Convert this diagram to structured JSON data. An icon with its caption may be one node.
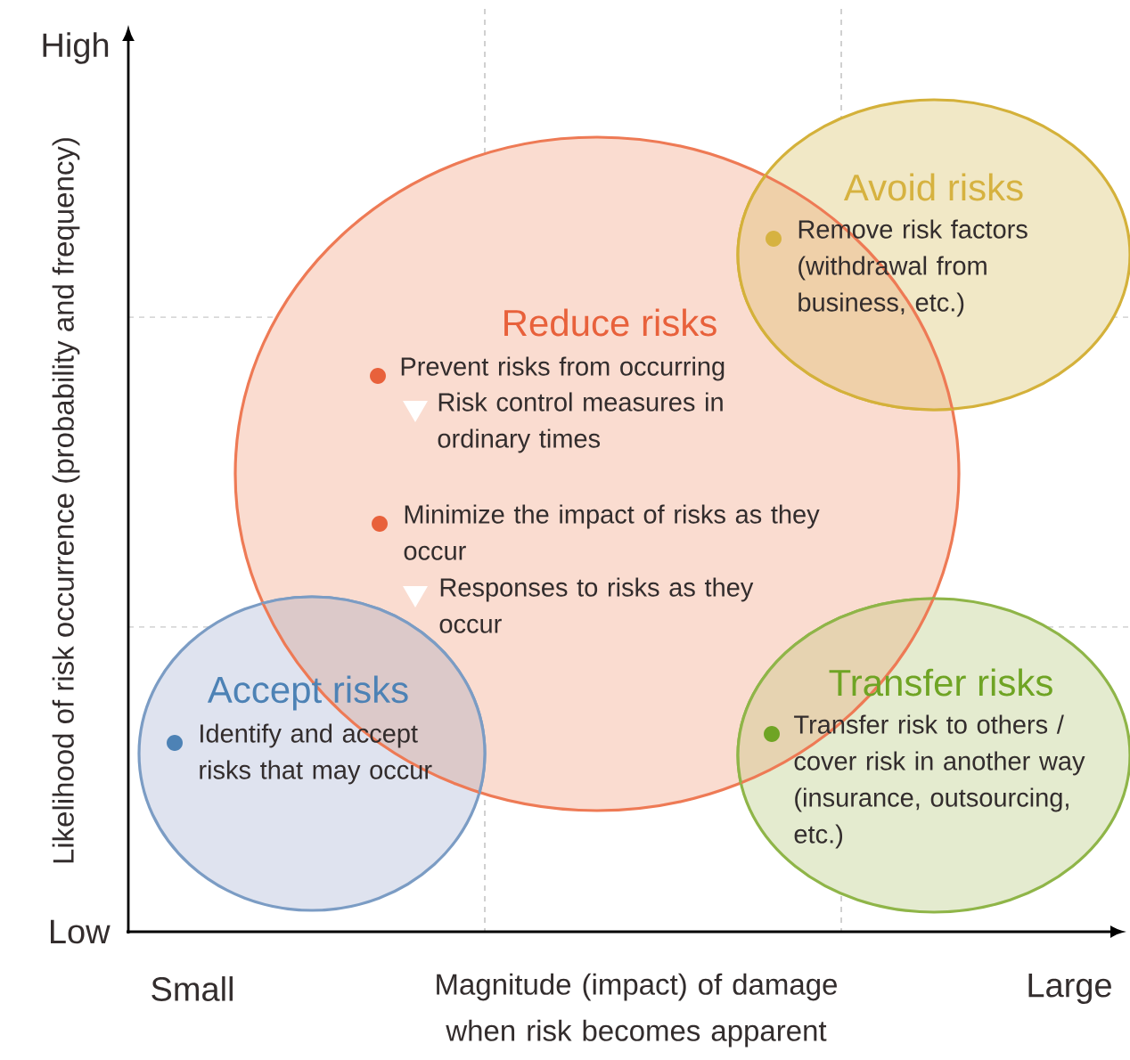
{
  "diagram": {
    "nodes": [
      {
        "text": [
          "Avoid risks",
          "Remove risk factors (withdrawal from business, etc.)"
        ]
      },
      {
        "text": [
          "Reduce risks",
          "Prevent risks from occurring",
          "Risk control measures in ordinary times",
          "Minimize the impact of risks as they occur",
          "Responses to risks as they occur"
        ]
      },
      {
        "text": [
          "Accept risks",
          "Identify and accept risks that may occur"
        ]
      },
      {
        "text": [
          "Transfer risks",
          "Transfer risk to others / cover risk in another way (insurance, outsourcing, etc.)"
        ]
      }
    ],
    "labels": [
      "High",
      "Likelihood of risk occurrence (probability and frequency)",
      "Low",
      "Small",
      "Magnitude (impact) of damage when risk becomes apparent",
      "Large"
    ]
  }
}
